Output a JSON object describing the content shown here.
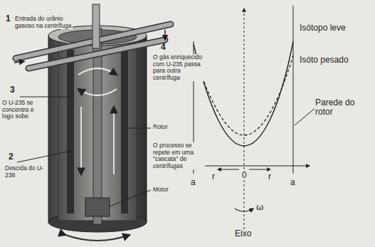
{
  "diagram": {
    "labels": [
      "1",
      "Entrada do urânio gasoso na centrífuga",
      "4",
      "O gás enriquecido com U-235 passa para outra centrífuga",
      "3",
      "O U-235 se concentra e logo sobe",
      "2",
      "Descida do U-238",
      "Rotor",
      "O processo se repete em uma \"cascata\" de centrífugas",
      "Motor",
      "Isótopo leve",
      "Isóto pesado",
      "Parede do rotor",
      "a",
      "r",
      "0",
      "r",
      "a",
      "Eixo",
      "ω"
    ]
  }
}
